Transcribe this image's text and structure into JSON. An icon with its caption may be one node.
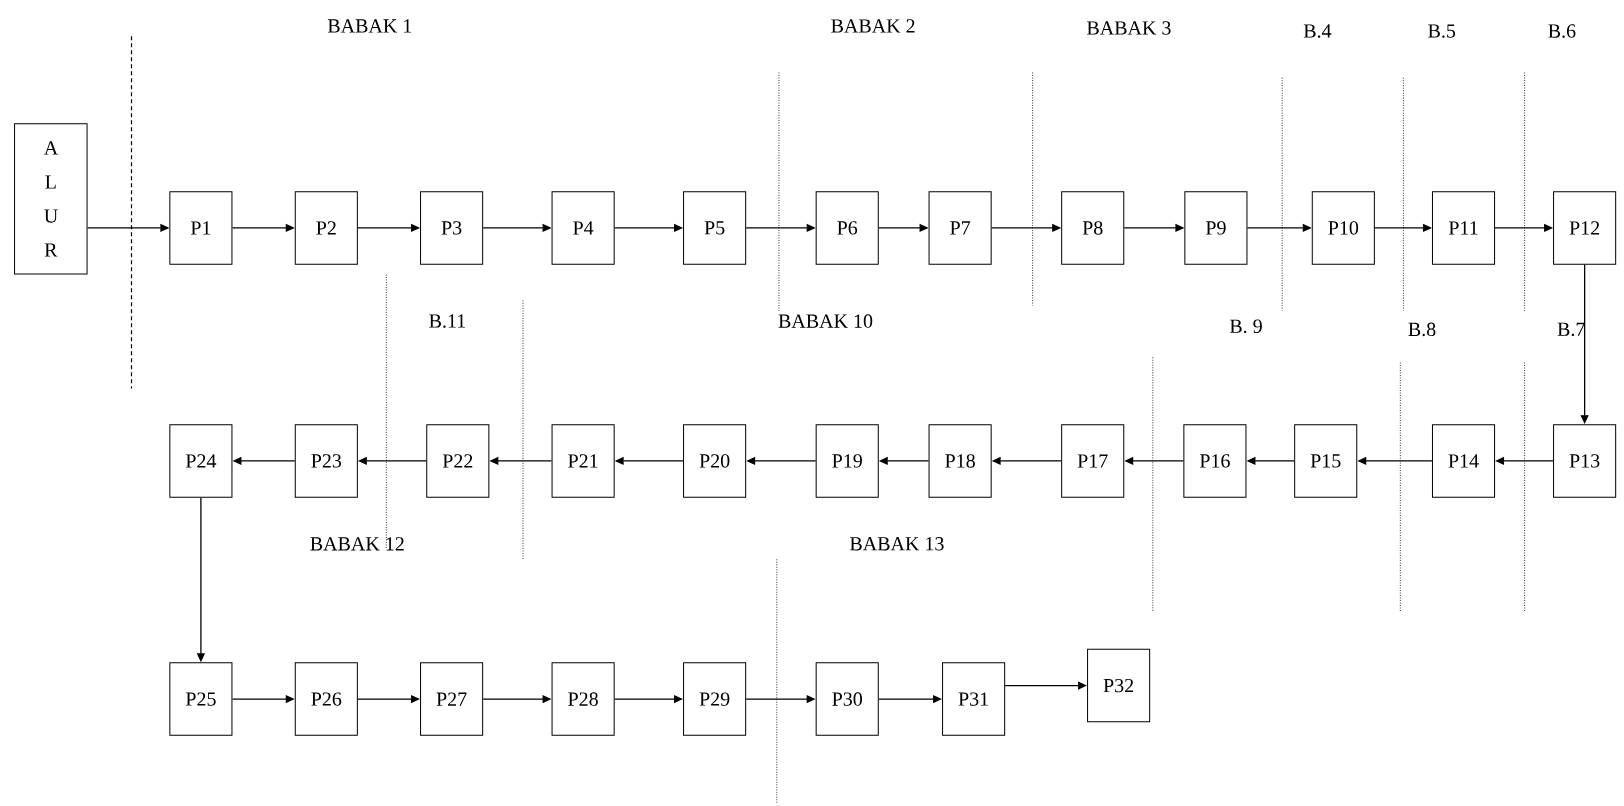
{
  "diagram": {
    "nodes": [
      {
        "text": [
          "A L U R"
        ]
      },
      {
        "text": [
          "P1"
        ]
      },
      {
        "text": [
          "P2"
        ]
      },
      {
        "text": [
          "P3"
        ]
      },
      {
        "text": [
          "P4"
        ]
      },
      {
        "text": [
          "P5"
        ]
      },
      {
        "text": [
          "P6"
        ]
      },
      {
        "text": [
          "P7"
        ]
      },
      {
        "text": [
          "P8"
        ]
      },
      {
        "text": [
          "P9"
        ]
      },
      {
        "text": [
          "P10"
        ]
      },
      {
        "text": [
          "P11"
        ]
      },
      {
        "text": [
          "P12"
        ]
      },
      {
        "text": [
          "P13"
        ]
      },
      {
        "text": [
          "P14"
        ]
      },
      {
        "text": [
          "P15"
        ]
      },
      {
        "text": [
          "P16"
        ]
      },
      {
        "text": [
          "P17"
        ]
      },
      {
        "text": [
          "P18"
        ]
      },
      {
        "text": [
          "P19"
        ]
      },
      {
        "text": [
          "P20"
        ]
      },
      {
        "text": [
          "P21"
        ]
      },
      {
        "text": [
          "P22"
        ]
      },
      {
        "text": [
          "P23"
        ]
      },
      {
        "text": [
          "P24"
        ]
      },
      {
        "text": [
          "P25"
        ]
      },
      {
        "text": [
          "P26"
        ]
      },
      {
        "text": [
          "P27"
        ]
      },
      {
        "text": [
          "P28"
        ]
      },
      {
        "text": [
          "P29"
        ]
      },
      {
        "text": [
          "P30"
        ]
      },
      {
        "text": [
          "P31"
        ]
      },
      {
        "text": [
          "P32"
        ]
      }
    ],
    "edges": [
      {
        "from": 0,
        "to": 1,
        "arrow": "to"
      },
      {
        "from": 1,
        "to": 2,
        "arrow": "to"
      },
      {
        "from": 2,
        "to": 3,
        "arrow": "to"
      },
      {
        "from": 3,
        "to": 4,
        "arrow": "to"
      },
      {
        "from": 4,
        "to": 5,
        "arrow": "to"
      },
      {
        "from": 5,
        "to": 6,
        "arrow": "to"
      },
      {
        "from": 6,
        "to": 7,
        "arrow": "to"
      },
      {
        "from": 7,
        "to": 8,
        "arrow": "to"
      },
      {
        "from": 8,
        "to": 9,
        "arrow": "to"
      },
      {
        "from": 9,
        "to": 10,
        "arrow": "to"
      },
      {
        "from": 10,
        "to": 11,
        "arrow": "to"
      },
      {
        "from": 11,
        "to": 12,
        "arrow": "to"
      },
      {
        "from": 12,
        "to": 13,
        "arrow": "to"
      },
      {
        "from": 13,
        "to": 14,
        "arrow": "to"
      },
      {
        "from": 14,
        "to": 15,
        "arrow": "to"
      },
      {
        "from": 15,
        "to": 16,
        "arrow": "to"
      },
      {
        "from": 16,
        "to": 17,
        "arrow": "to"
      },
      {
        "from": 17,
        "to": 18,
        "arrow": "to"
      },
      {
        "from": 18,
        "to": 19,
        "arrow": "to"
      },
      {
        "from": 19,
        "to": 20,
        "arrow": "to"
      },
      {
        "from": 20,
        "to": 21,
        "arrow": "to"
      },
      {
        "from": 21,
        "to": 22,
        "arrow": "to"
      },
      {
        "from": 22,
        "to": 23,
        "arrow": "to"
      },
      {
        "from": 23,
        "to": 24,
        "arrow": "to"
      },
      {
        "from": 24,
        "to": 25,
        "arrow": "to"
      },
      {
        "from": 25,
        "to": 26,
        "arrow": "to"
      },
      {
        "from": 26,
        "to": 27,
        "arrow": "to"
      },
      {
        "from": 27,
        "to": 28,
        "arrow": "to"
      },
      {
        "from": 28,
        "to": 29,
        "arrow": "to"
      },
      {
        "from": 29,
        "to": 30,
        "arrow": "to"
      },
      {
        "from": 30,
        "to": 31,
        "arrow": "to"
      },
      {
        "from": 31,
        "to": 32,
        "arrow": "to"
      }
    ],
    "labels": [
      "BABAK 1",
      "BABAK 2",
      "BABAK 3",
      "B.4",
      "B.5",
      "B.6",
      "B.11",
      "BABAK 10",
      "B. 9",
      "B.8",
      "B.7",
      "BABAK 12",
      "BABAK 13"
    ]
  }
}
